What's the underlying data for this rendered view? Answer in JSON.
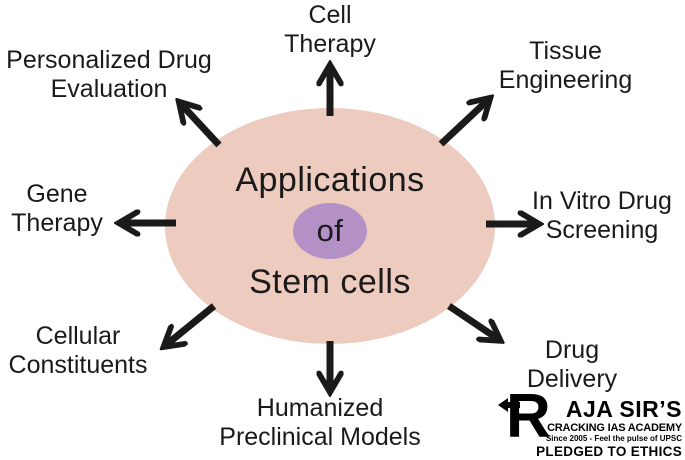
{
  "colors": {
    "background": "#ffffff",
    "ellipse_fill": "#edcbbf",
    "inner_ellipse_fill": "#b390c6",
    "arrow": "#1a1a1a",
    "text": "#1a1a1a",
    "logo": "#000000"
  },
  "center": {
    "line1": "Applications",
    "line2": "of",
    "line3": "Stem cells"
  },
  "labels": [
    {
      "name": "cell-therapy",
      "lines": [
        "Cell",
        "Therapy"
      ]
    },
    {
      "name": "tissue-engineering",
      "lines": [
        "Tissue",
        "Engineering"
      ]
    },
    {
      "name": "in-vitro-drug-screening",
      "lines": [
        "In Vitro Drug",
        "Screening"
      ]
    },
    {
      "name": "drug-delivery",
      "lines": [
        "Drug",
        "Delivery"
      ]
    },
    {
      "name": "humanized-preclinical-models",
      "lines": [
        "Humanized",
        "Preclinical Models"
      ]
    },
    {
      "name": "cellular-constituents",
      "lines": [
        "Cellular",
        "Constituents"
      ]
    },
    {
      "name": "gene-therapy",
      "lines": [
        "Gene",
        "Therapy"
      ]
    },
    {
      "name": "personalized-drug-evaluation",
      "lines": [
        "Personalized Drug",
        "Evaluation"
      ]
    }
  ],
  "logo": {
    "brand_r": "R",
    "brand_rest": "AJA SIR’S",
    "subtitle": "CRACKING IAS ACADEMY",
    "tagline": "Since 2005 - Feel the pulse of UPSC",
    "footer": "PLEDGED TO ETHICS"
  }
}
